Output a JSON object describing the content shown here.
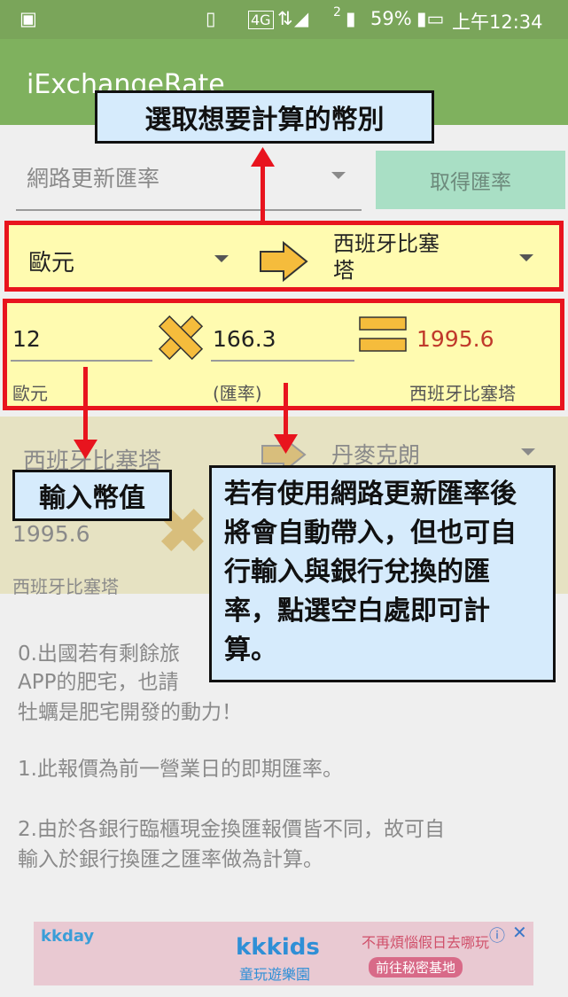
{
  "status_bar": {
    "battery": "59%",
    "time": "上午12:34",
    "network": "4G",
    "sim": "2"
  },
  "app": {
    "title": "iExchangeRate"
  },
  "rate_source": {
    "selected": "網路更新匯率",
    "fetch_button": "取得匯率"
  },
  "pair1": {
    "from": "歐元",
    "to": "西班牙比塞\n塔"
  },
  "calc1": {
    "amount": "12",
    "rate": "166.3",
    "result": "1995.6",
    "from_label": "歐元",
    "rate_label": "(匯率)",
    "to_label": "西班牙比塞塔"
  },
  "pair2": {
    "from": "西班牙比塞塔",
    "to": "丹麥克朗"
  },
  "calc2": {
    "amount": "1995.6",
    "label": "西班牙比塞塔"
  },
  "notes": [
    "0.出國若有剩餘旅",
    "APP的肥宅，也請",
    "牡蠣是肥宅開發的動力！",
    "1.此報價為前一營業日的即期匯率。",
    "2.由於各銀行臨櫃現金換匯報價皆不同，故可自",
    "輸入於銀行換匯之匯率做為計算。"
  ],
  "callouts": {
    "select_currency": "選取想要計算的幣別",
    "input_value": "輸入幣值",
    "rate_note": "若有使用網路更新匯率後將會自動帶入，但也可自行輸入與銀行兌換的匯率，點選空白處即可計算。"
  },
  "ad": {
    "brand_left": "kkday",
    "brand_main": "kkkids",
    "sub": "童玩遊樂園",
    "slogan": "不再煩惱假日去哪玩",
    "cta": "前往秘密基地"
  },
  "colors": {
    "accent_green": "#7fb15e",
    "highlight_red": "#e8141e",
    "highlight_yellow": "#fffbb0",
    "callout_blue": "#d6ebfc",
    "result_red": "#c0392b",
    "arrow_orange": "#f5bc3c"
  }
}
